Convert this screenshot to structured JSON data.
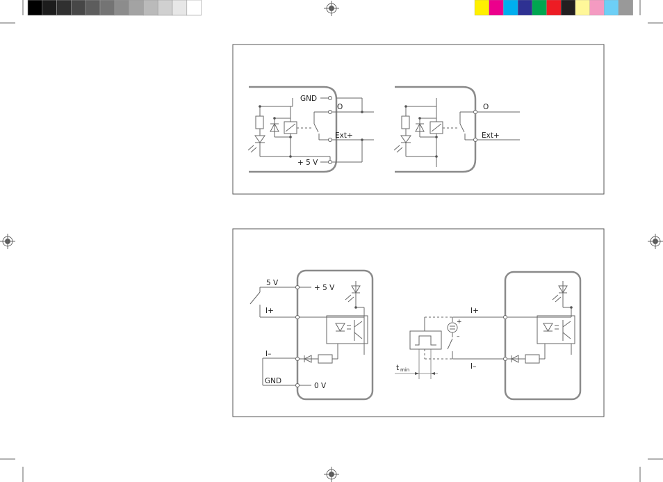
{
  "print_marks": {
    "grayscale_bar": [
      "#000000",
      "#1c1c1c",
      "#303030",
      "#474747",
      "#5d5d5d",
      "#747474",
      "#8c8c8c",
      "#a3a3a3",
      "#bababa",
      "#d0d0d0",
      "#e7e7e7",
      "#ffffff"
    ],
    "color_bar": [
      "#fff000",
      "#ec008c",
      "#00aeef",
      "#2e3192",
      "#00a651",
      "#ed1c24",
      "#231f20",
      "#fff799",
      "#f49ac1",
      "#6dcff6",
      "#999999"
    ]
  },
  "top_panel": {
    "left_circuit": {
      "gnd": "GND",
      "out": "O",
      "ext": "Ext+",
      "supply": "+ 5 V"
    },
    "right_circuit": {
      "out": "O",
      "ext": "Ext+"
    }
  },
  "bottom_panel": {
    "left_circuit": {
      "v5": "5 V",
      "plus5": "+ 5 V",
      "iplus": "I+",
      "iminus": "I–",
      "gnd": "GND",
      "zero": "0 V"
    },
    "right_circuit": {
      "iplus": "I+",
      "iminus": "I–",
      "tmin_main": "t",
      "tmin_sub": "min",
      "plus_sign": "+",
      "minus_sign": "–"
    }
  }
}
